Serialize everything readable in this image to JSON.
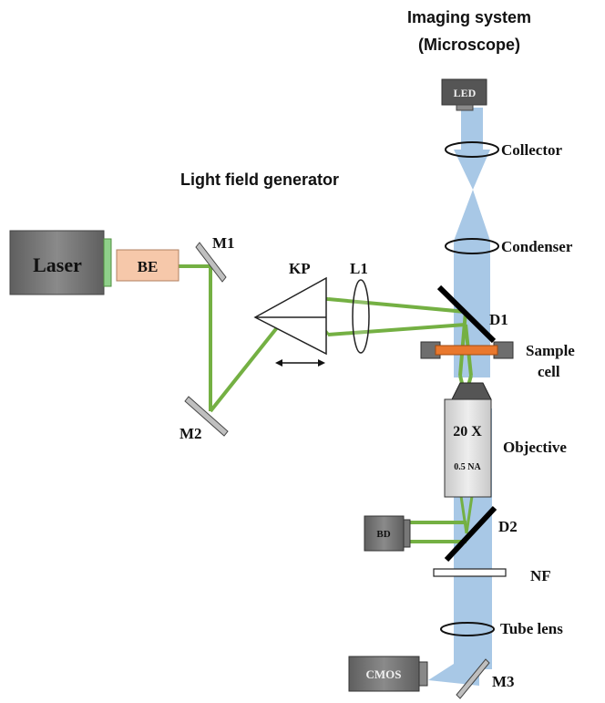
{
  "headings": {
    "imaging_line1": "Imaging system",
    "imaging_line2": "(Microscope)",
    "generator": "Light field generator"
  },
  "labels": {
    "laser": "Laser",
    "be": "BE",
    "m1": "M1",
    "m2": "M2",
    "kp": "KP",
    "l1": "L1",
    "led": "LED",
    "collector": "Collector",
    "condenser": "Condenser",
    "d1": "D1",
    "sample_line1": "Sample",
    "sample_line2": "cell",
    "objective_mag": "20 X",
    "objective_na": "0.5 NA",
    "objective": "Objective",
    "bd": "BD",
    "d2": "D2",
    "nf": "NF",
    "tube_lens": "Tube lens",
    "cmos": "CMOS",
    "m3": "M3"
  },
  "colors": {
    "laser_beam": "#74b043",
    "imaging_beam": "#a8c8e6",
    "laser_body": "#7f7f7f",
    "be_fill": "#f6c8aa",
    "sample_fill": "#e9782e",
    "objective_fill": "#d9d9d9",
    "mirror_fill": "#bfbfbf"
  }
}
